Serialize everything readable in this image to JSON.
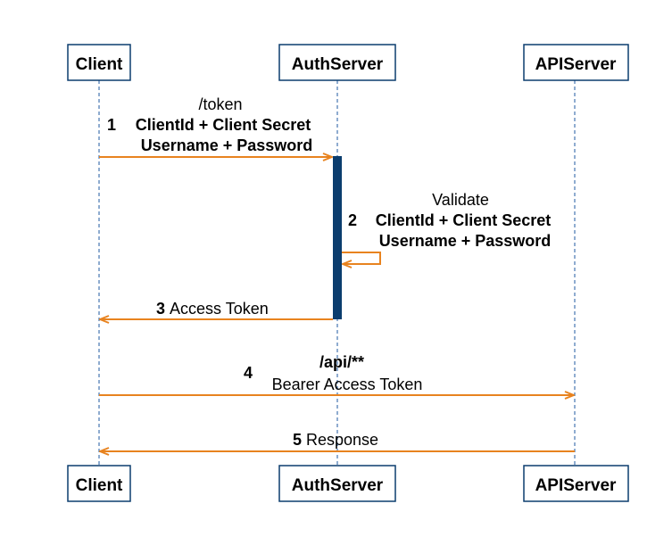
{
  "colors": {
    "box_border": "#0b3d6e",
    "lifeline": "#1f5aa0",
    "message": "#e8831f",
    "activation": "#0b3d6e"
  },
  "participants": [
    {
      "id": "client",
      "label": "Client"
    },
    {
      "id": "authserver",
      "label": "AuthServer"
    },
    {
      "id": "apiserver",
      "label": "APIServer"
    }
  ],
  "messages": [
    {
      "seq": "1",
      "from": "client",
      "to": "authserver",
      "lines": [
        {
          "text": "/token",
          "bold": false
        },
        {
          "text": "ClientId + Client Secret",
          "bold": true
        },
        {
          "text": "Username + Password",
          "bold": true
        }
      ]
    },
    {
      "seq": "2",
      "from": "authserver",
      "to": "authserver",
      "lines": [
        {
          "text": "Validate",
          "bold": false
        },
        {
          "text": "ClientId + Client Secret",
          "bold": true
        },
        {
          "text": "Username + Password",
          "bold": true
        }
      ]
    },
    {
      "seq": "3",
      "from": "authserver",
      "to": "client",
      "lines": [
        {
          "text": "Access Token",
          "bold": false
        }
      ]
    },
    {
      "seq": "4",
      "from": "client",
      "to": "apiserver",
      "lines": [
        {
          "text": "/api/**",
          "bold": true
        },
        {
          "text": "Bearer Access Token",
          "bold": false
        }
      ]
    },
    {
      "seq": "5",
      "from": "apiserver",
      "to": "client",
      "lines": [
        {
          "text": "Response",
          "bold": false
        }
      ]
    }
  ]
}
